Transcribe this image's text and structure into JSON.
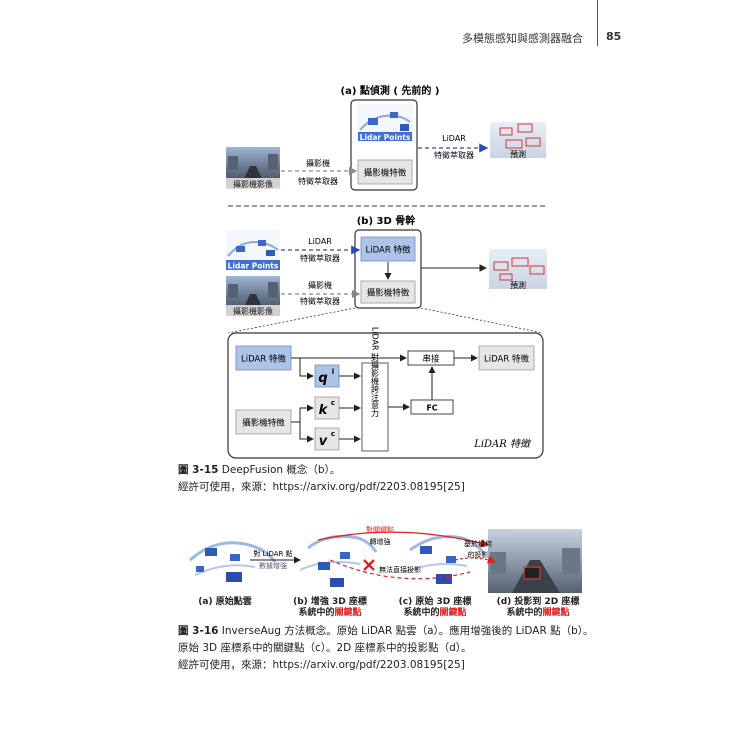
{
  "header": {
    "chapter_title": "多模態感知與感測器融合",
    "page_number": "85"
  },
  "figure_3_15": {
    "panel_a": {
      "title": "(a) 點偵測 ( 先前的 )",
      "lidar_points_label": "Lidar Points",
      "camera_feature": "攝影機特徵",
      "lidar_extractor_line1": "LiDAR",
      "lidar_extractor_line2": "特徵萃取器",
      "camera_extractor_line1": "攝影機",
      "camera_extractor_line2": "特徵萃取器",
      "camera_image": "攝影機影像",
      "prediction": "預測"
    },
    "panel_b": {
      "title": "(b) 3D 骨幹",
      "lidar_points_label": "Lidar Points",
      "lidar_feature": "LiDAR 特徵",
      "camera_feature": "攝影機特徵",
      "lidar_extractor_line1": "LiDAR",
      "lidar_extractor_line2": "特徵萃取器",
      "camera_extractor_line1": "攝影機",
      "camera_extractor_line2": "特徵萃取器",
      "camera_image": "攝影機影像",
      "prediction": "預測"
    },
    "detail": {
      "lidar_feature": "LiDAR 特徵",
      "camera_feature": "攝影機特徵",
      "concat": "串接",
      "lidar_feature_out": "LiDAR 特徵",
      "fc": "FC",
      "attention": "LiDAR 對攝影機跨注意力",
      "q": "q",
      "q_sup": "l",
      "k": "k",
      "k_sup": "c",
      "v": "v",
      "v_sup": "c",
      "footer": "LiDAR 特徵"
    },
    "caption_label": "圖 3-15",
    "caption_text": "DeepFusion 概念（b）。",
    "caption_source": "經許可使用，來源：https://arxiv.org/pdf/2203.08195[25]"
  },
  "figure_3_16": {
    "arrow_label_line1": "對 LiDAR 點",
    "arrow_label_line2": "數據增強",
    "keypoint_label_line1": "對關鍵點",
    "keypoint_label_line2": "轉增強",
    "geo_label_line1": "基於幾何",
    "geo_label_line2": "的投影",
    "no_direct": "無法直接投影",
    "panels": [
      {
        "line1": "(a) 原始點雲",
        "line2_prefix": "",
        "line2_red": ""
      },
      {
        "line1": "(b) 增強 3D 座標",
        "line2_prefix": "系統中的",
        "line2_red": "關鍵點"
      },
      {
        "line1": "(c) 原始 3D 座標",
        "line2_prefix": "系統中的",
        "line2_red": "關鍵點"
      },
      {
        "line1": "(d) 投影到 2D 座標",
        "line2_prefix": "系統中的",
        "line2_red": "關鍵點"
      }
    ],
    "caption_label": "圖 3-16",
    "caption_line1": "InverseAug 方法概念。原始 LiDAR 點雲（a）。應用增強後的 LiDAR 點（b）。",
    "caption_line2": "原始 3D 座標系中的關鍵點（c）。2D 座標系中的投影點（d）。",
    "caption_source": "經許可使用，來源：https://arxiv.org/pdf/2203.08195[25]"
  }
}
